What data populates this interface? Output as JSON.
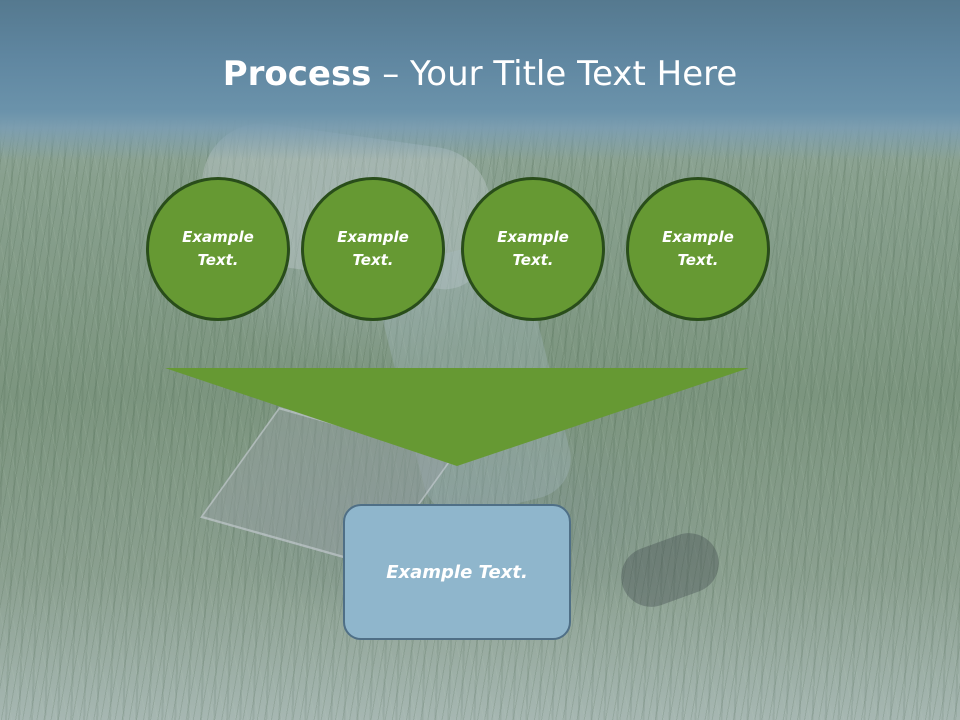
{
  "slide": {
    "title_bold": "Process",
    "title_rest": " – Your Title Text Here"
  },
  "process_steps": [
    {
      "label": "Example Text."
    },
    {
      "label": "Example Text."
    },
    {
      "label": "Example Text."
    },
    {
      "label": "Example Text."
    }
  ],
  "result": {
    "label": "Example Text."
  },
  "colors": {
    "circle_fill": "#669933",
    "circle_border": "#294d1a",
    "funnel_fill": "#669933",
    "result_fill": "#8fb6cc",
    "result_border": "#4f6f86",
    "title_band": "#5f86a0"
  }
}
